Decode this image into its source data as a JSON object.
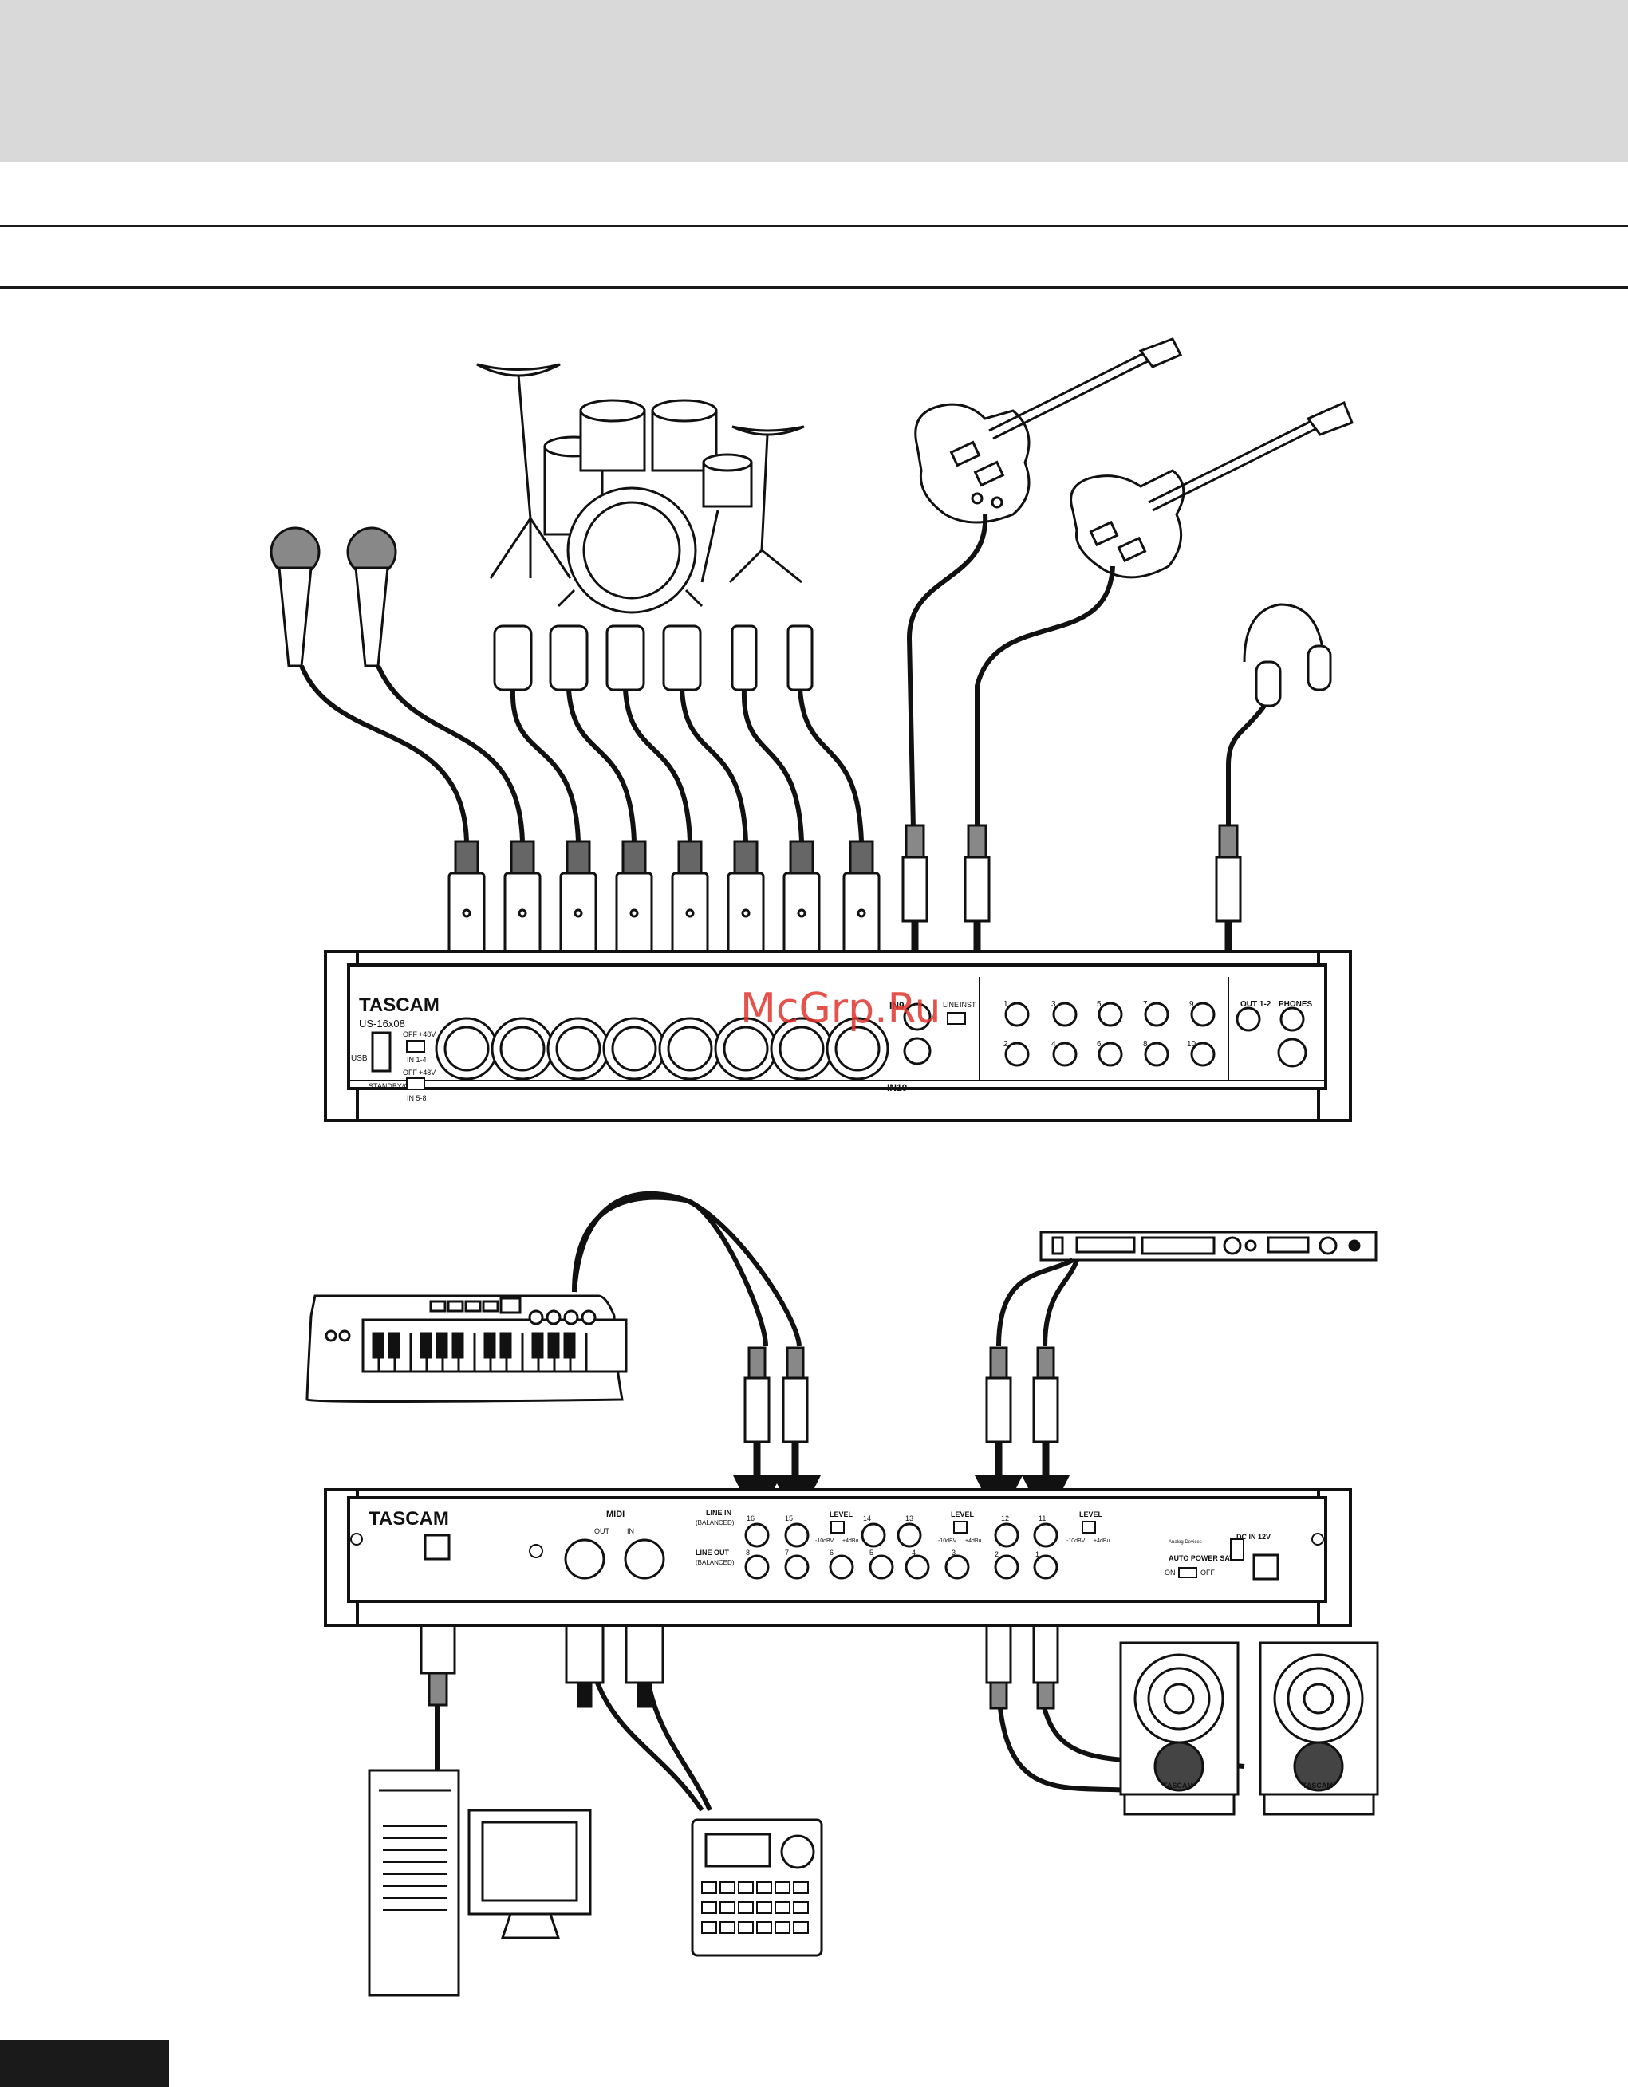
{
  "diagram": {
    "watermark": "McGrp.Ru",
    "front_panel": {
      "brand": "TASCAM",
      "model": "US-16x08",
      "usb_label": "USB",
      "standby_label": "STANDBY/ON",
      "phantom_off": "OFF",
      "phantom_on": "+48V",
      "phantom_group1": "IN 1-4",
      "phantom_group2": "IN 5-8",
      "in9": "IN9",
      "in10": "IN10",
      "line_label": "LINE",
      "inst_label": "INST",
      "out12": "OUT 1-2",
      "phones": "PHONES",
      "knob_numbers": [
        "1",
        "3",
        "5",
        "7",
        "9",
        "2",
        "4",
        "6",
        "8",
        "10"
      ]
    },
    "rear_panel": {
      "brand": "TASCAM",
      "midi": "MIDI",
      "midi_out": "OUT",
      "midi_in": "IN",
      "line_in": "LINE IN",
      "line_out": "LINE OUT",
      "balanced": "(BALANCED)",
      "level": "LEVEL",
      "level_minus": "-10dBV",
      "level_plus": "+4dBu",
      "line_in_numbers": [
        "16",
        "15",
        "14",
        "13",
        "12",
        "11"
      ],
      "line_out_numbers": [
        "8",
        "7",
        "6",
        "5",
        "4",
        "3",
        "2",
        "1"
      ],
      "analog_devices": "Analog Devices",
      "auto_power_save": "AUTO POWER SAVE",
      "on": "ON",
      "off": "OFF",
      "dc_in": "DC IN 12V"
    },
    "speaker_brand": "TASCAM",
    "colors": {
      "header_band": "#d9d9d9",
      "ink": "#1a1a1a",
      "watermark": "#e0332b"
    }
  }
}
